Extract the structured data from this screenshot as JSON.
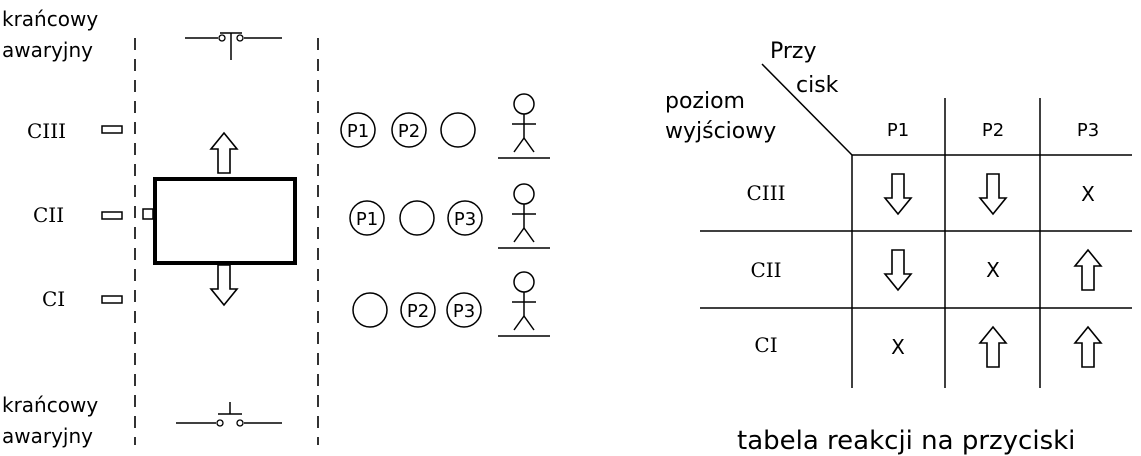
{
  "left_panel": {
    "limit_switch_top": [
      "krańcowy",
      "awaryjny"
    ],
    "limit_switch_bottom": [
      "krańcowy",
      "awaryjny"
    ],
    "levels": [
      "CIII",
      "CII",
      "CI"
    ]
  },
  "middle_panel": {
    "rows": [
      {
        "buttons": [
          "P1",
          "P2",
          ""
        ]
      },
      {
        "buttons": [
          "P1",
          "",
          "P3"
        ]
      },
      {
        "buttons": [
          "",
          "P2",
          "P3"
        ]
      }
    ]
  },
  "table": {
    "corner_top": [
      "Przy",
      "cisk"
    ],
    "corner_bottom": [
      "poziom",
      "wyjściowy"
    ],
    "columns": [
      "P1",
      "P2",
      "P3"
    ],
    "rows": [
      {
        "level": "CIII",
        "cells": [
          "down",
          "down",
          "X"
        ]
      },
      {
        "level": "CII",
        "cells": [
          "down",
          "X",
          "up"
        ]
      },
      {
        "level": "CI",
        "cells": [
          "X",
          "up",
          "up"
        ]
      }
    ],
    "caption": "tabela reakcji na przyciski"
  }
}
